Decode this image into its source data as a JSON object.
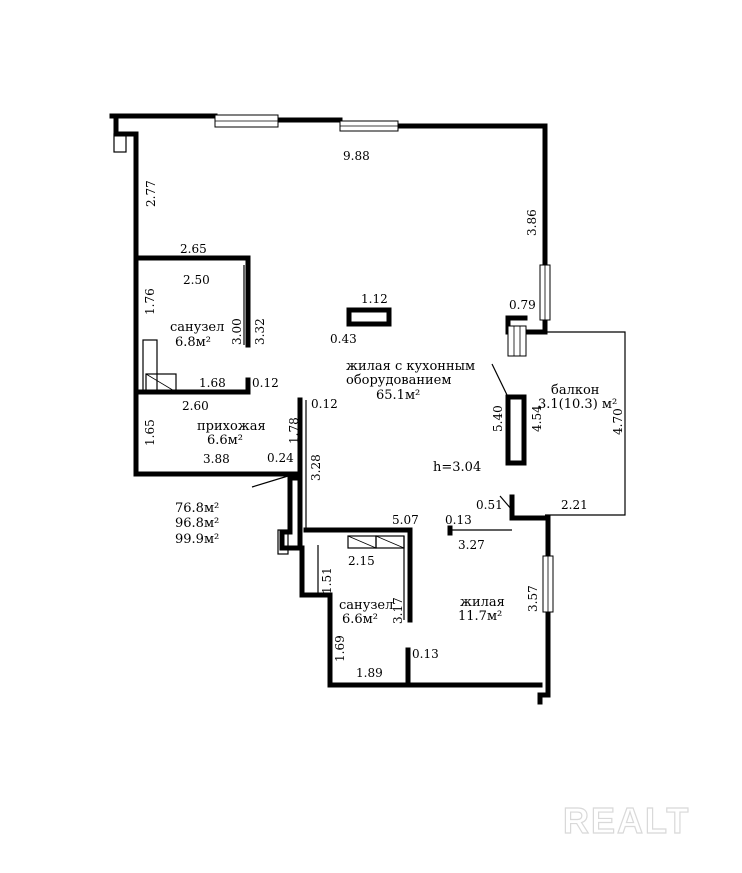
{
  "rooms": {
    "living_kitchen": {
      "name_line1": "жилая с кухонным",
      "name_line2": "оборудованием",
      "area": "65.1м²"
    },
    "bathroom_1": {
      "name": "санузел",
      "area": "6.8м²"
    },
    "hallway": {
      "name": "прихожая",
      "area": "6.6м²"
    },
    "bathroom_2": {
      "name": "санузел",
      "area": "6.6м²"
    },
    "bedroom": {
      "name": "жилая",
      "area": "11.7м²"
    },
    "balcony": {
      "name": "балкон",
      "area": "3.1(10.3) м²"
    }
  },
  "ceiling_height": "h=3.04",
  "totals": [
    "76.8м²",
    "96.8м²",
    "99.9м²"
  ],
  "dimensions": {
    "top_wall": "9.88",
    "left_upper": "2.77",
    "right_upper": "3.86",
    "pier_0_79": "0.79",
    "partition_2_65": "2.65",
    "bath1_width": "2.50",
    "bath1_left": "1.76",
    "bath1_height": "3.00",
    "bath1_height_outer": "3.32",
    "column_width": "1.12",
    "column_depth": "0.43",
    "bath1_bottom": "1.68",
    "wall_0_12_a": "0.12",
    "hall_width": "2.60",
    "wall_0_12_b": "0.12",
    "hall_left": "1.65",
    "hall_right": "1.78",
    "hall_bottom": "3.88",
    "wall_0_24": "0.24",
    "corridor_3_28": "3.28",
    "balcony_opening": "5.40",
    "balcony_inner": "4.54",
    "balcony_outer": "4.70",
    "wall_0_51": "0.51",
    "balcony_side": "2.21",
    "bath2_top": "5.07",
    "wall_0_13_a": "0.13",
    "bedroom_top": "3.27",
    "bath2_width": "2.15",
    "bath2_left": "1.51",
    "bath2_height": "3.17",
    "bedroom_right": "3.57",
    "lower_left": "1.69",
    "lower_bottom": "1.89",
    "wall_0_13_b": "0.13"
  },
  "watermark": "REALT"
}
